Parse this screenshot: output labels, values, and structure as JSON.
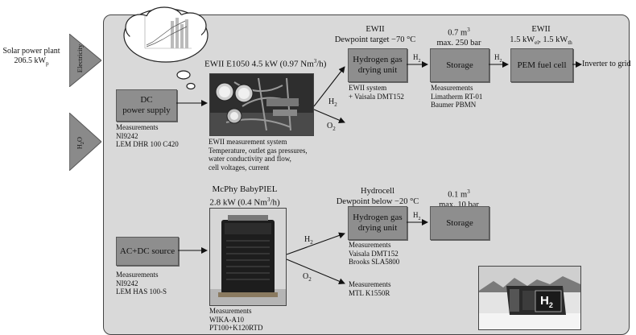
{
  "inputs": {
    "solar_label_line1": "Solar power plant",
    "solar_label_line2": "206.5 kW",
    "solar_label_sub": "p",
    "electricity_label": "Electricity",
    "h2o_label": "H",
    "h2o_label_sub": "2",
    "h2o_label_tail": "O"
  },
  "top_branch": {
    "dc_supply": {
      "line1": "DC",
      "line2": "power supply"
    },
    "dc_measurements": [
      "Measurements",
      "NI9242",
      "LEM DHR 100 C420"
    ],
    "electrolyzer_title": "EWII E1050 4.5 kW (0.97 Nm",
    "electrolyzer_title_sup": "3",
    "electrolyzer_title_tail": "/h)",
    "ewii_measurements": [
      "EWII measurement system",
      "Temperature, outlet gas pressures,",
      "water conductivity and flow,",
      "cell voltages, current"
    ],
    "h2_label": "H",
    "h2_sub": "2",
    "o2_label": "O",
    "o2_sub": "2",
    "drying_header_1": "EWII",
    "drying_header_2": "Dewpoint target −70 °C",
    "drying_unit": {
      "line1": "Hydrogen gas",
      "line2": "drying unit"
    },
    "drying_measurements": [
      "EWII system",
      "+ Vaisala DMT152"
    ],
    "storage_header_1": "0.7 m",
    "storage_header_1_sup": "3",
    "storage_header_2": "max. 250 bar",
    "storage": "Storage",
    "storage_measurements": [
      "Measurements",
      "Limatherm RT-01",
      "Baumer PBMN"
    ],
    "fuel_cell_header_1": "EWII",
    "fuel_cell_header_2a": "1.5 kW",
    "fuel_cell_header_2a_sub": "el",
    "fuel_cell_header_2b": ", 1.5 kW",
    "fuel_cell_header_2b_sub": "th",
    "fuel_cell": "PEM fuel cell",
    "inverter": "Inverter to grid"
  },
  "bottom_branch": {
    "acdc_source": "AC+DC source",
    "acdc_measurements": [
      "Measurements",
      "NI9242",
      "LEM HAS 100-S"
    ],
    "electrolyzer_title_1": "McPhy BabyPIEL",
    "electrolyzer_title_2": "2.8 kW (0.4 Nm",
    "electrolyzer_title_2_sup": "3",
    "electrolyzer_title_2_tail": "/h)",
    "electrolyzer_measurements": [
      "Measurements",
      "WIKA-A10",
      "PT100+K120RTD"
    ],
    "h2_label": "H",
    "h2_sub": "2",
    "o2_label": "O",
    "o2_sub": "2",
    "drying_header_1": "Hydrocell",
    "drying_header_2": "Dewpoint below −20 °C",
    "drying_unit": {
      "line1": "Hydrogen gas",
      "line2": "drying unit"
    },
    "drying_measurements": [
      "Measurements",
      "Vaisala DMT152",
      "Brooks SLA5800"
    ],
    "o2_measurements": [
      "Measurements",
      "MTL K1550R"
    ],
    "storage_header_1": "0.1 m",
    "storage_header_1_sup": "3",
    "storage_header_2": "max. 10 bar",
    "storage": "Storage",
    "container_sign": "H",
    "container_sign_sub": "2"
  },
  "colors": {
    "panel_bg": "#d9d9d9",
    "box_fill": "#8e8e8e",
    "arrow_fill": "#8a8a8a"
  }
}
